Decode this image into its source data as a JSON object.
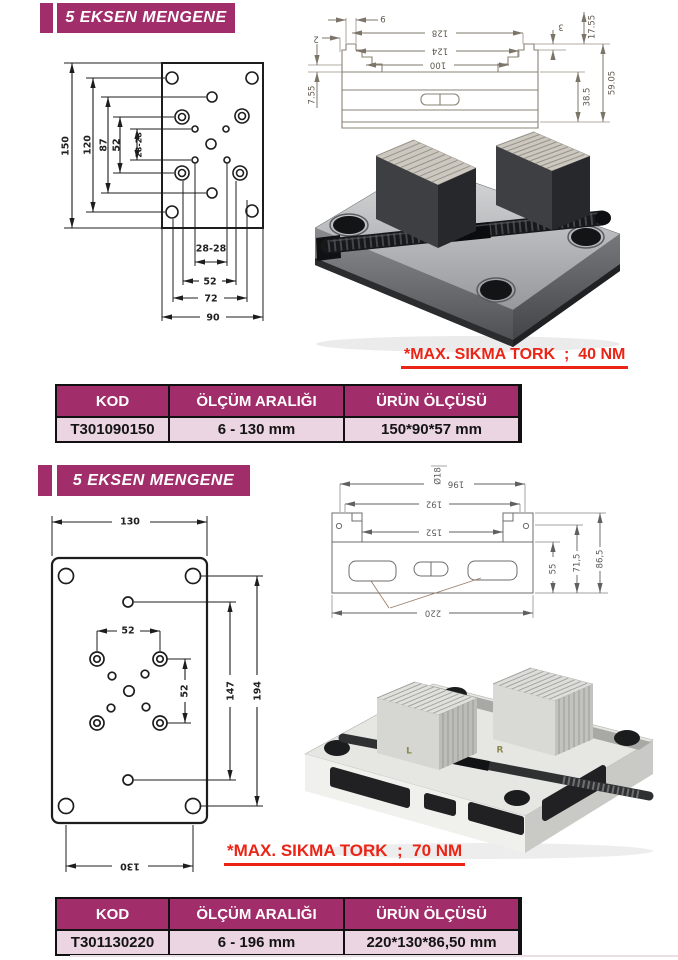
{
  "s1": {
    "title": "5 EKSEN MENGENE",
    "plate": {
      "d150": "150",
      "d120": "120",
      "d87": "87",
      "d52": "52",
      "d2828v": "28-28",
      "b2828": "28-28",
      "b52": "52",
      "b72": "72",
      "b90": "90"
    },
    "side": {
      "t6": "6",
      "t2": "2",
      "t128": "128",
      "t124": "124",
      "t100": "100",
      "l755": "7.55",
      "r3": "3",
      "r1755": "17.55",
      "r385": "38.5",
      "r5905": "59.05"
    },
    "note": "*MAX. SIKMA TORK  ;  40 NM",
    "table": {
      "h": [
        "KOD",
        "ÖLÇÜM ARALIĞI",
        "ÜRÜN ÖLÇÜSÜ"
      ],
      "r": [
        "T301090150",
        "6 - 130 mm",
        "150*90*57 mm"
      ]
    }
  },
  "s2": {
    "title": "5 EKSEN MENGENE",
    "plate": {
      "t130": "130",
      "b130": "130",
      "h52": "52",
      "v52": "52",
      "d147": "147",
      "d194": "194"
    },
    "side": {
      "dia": "Ø18",
      "t196": "196",
      "t192": "192",
      "t152": "152",
      "b220": "220",
      "r55": "55",
      "r715": "71,5",
      "r865": "86,5"
    },
    "photo": {
      "left_jaw": "L",
      "right_jaw": "R"
    },
    "note": "*MAX. SIKMA TORK  ;  70 NM",
    "table": {
      "h": [
        "KOD",
        "ÖLÇÜM ARALIĞI",
        "ÜRÜN ÖLÇÜSÜ"
      ],
      "r": [
        "T301130220",
        "6 - 196 mm",
        "220*130*86,50 mm"
      ]
    }
  },
  "colors": {
    "magenta": "#a12d6a",
    "row_pink": "#ecd5e2",
    "note_red": "#ea2517"
  }
}
